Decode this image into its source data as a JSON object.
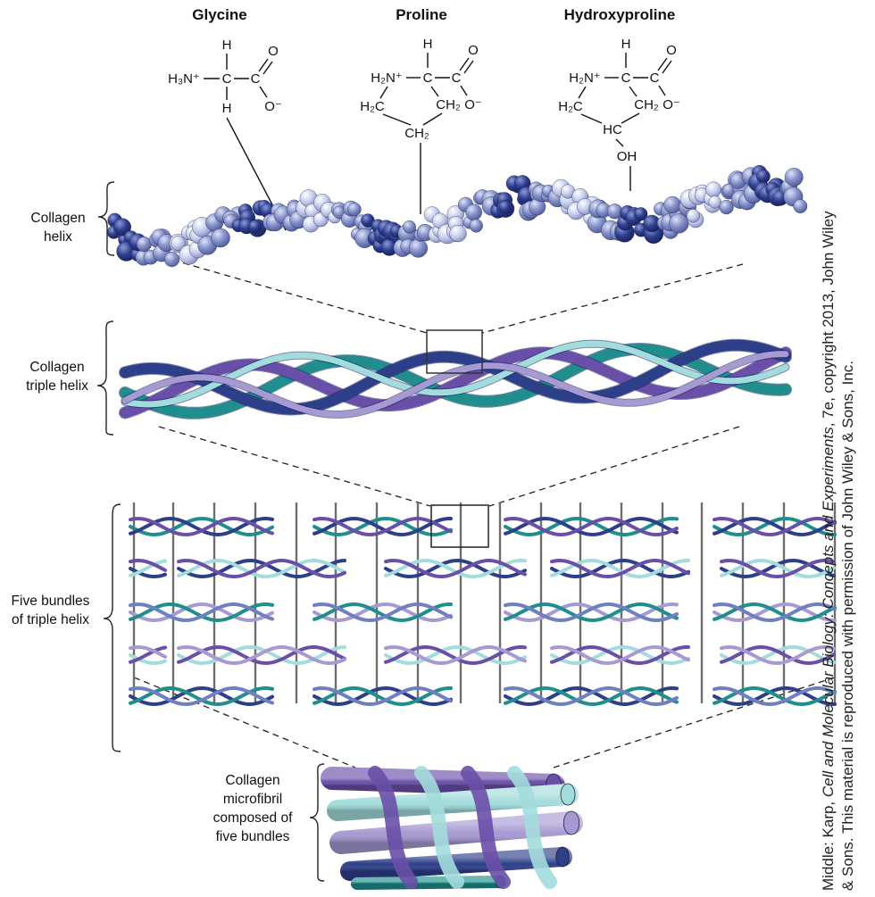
{
  "molecules": {
    "glycine": {
      "name": "Glycine",
      "atoms": {
        "h_top": "H",
        "h3n": "H₃N⁺",
        "c_alpha": "C",
        "c_carboxyl": "C",
        "o_top": "O",
        "o_minus": "O⁻",
        "h_bottom": "H"
      }
    },
    "proline": {
      "name": "Proline",
      "atoms": {
        "h_top": "H",
        "h2n": "H₂N⁺",
        "c_alpha": "C",
        "c_carboxyl": "C",
        "o_top": "O",
        "o_minus": "O⁻",
        "h2c": "H₂C",
        "ch2_right": "CH₂",
        "ch2_bottom": "CH₂"
      }
    },
    "hydroxyproline": {
      "name": "Hydroxyproline",
      "atoms": {
        "h_top": "H",
        "h2n": "H₂N⁺",
        "c_alpha": "C",
        "c_carboxyl": "C",
        "o_top": "O",
        "o_minus": "O⁻",
        "h2c": "H₂C",
        "ch2_right": "CH₂",
        "hc": "HC",
        "oh": "OH"
      }
    }
  },
  "levels": {
    "collagen_helix": {
      "line1": "Collagen",
      "line2": "helix"
    },
    "triple_helix": {
      "line1": "Collagen",
      "line2": "triple helix"
    },
    "five_bundles": {
      "line1": "Five bundles",
      "line2": "of triple helix"
    },
    "microfibril": {
      "line1": "Collagen",
      "line2": "microfibril",
      "line3": "composed of",
      "line4": "five bundles"
    }
  },
  "credit": {
    "line1_prefix": "Middle: Karp, ",
    "line1_italic": "Cell and Molecular Biology: Concepts and Experiments",
    "line1_suffix": ", 7e, copyright 2013, John Wiley",
    "line2": "& Sons. This material is reproduced with permission of John Wiley & Sons, Inc."
  },
  "colors": {
    "navy": "#2e3f8a",
    "purple": "#6a4fa8",
    "teal": "#1f8e8c",
    "light_teal": "#a3dcdc",
    "lavender": "#a79ad3",
    "periwinkle": "#6f7fc0"
  }
}
